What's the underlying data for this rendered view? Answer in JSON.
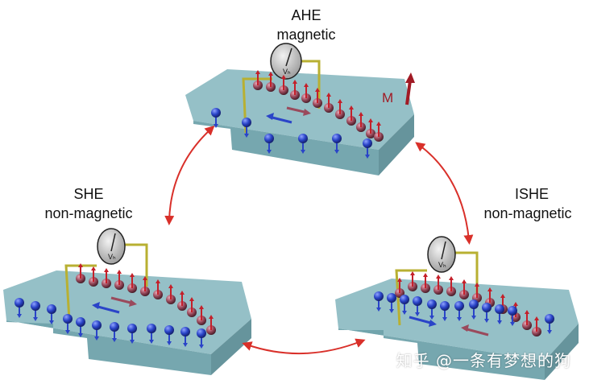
{
  "panels": {
    "ahe": {
      "title": "AHE",
      "subtitle": "magnetic",
      "magnetization_label": "M",
      "meter_label": "Vₕ"
    },
    "she": {
      "title": "SHE",
      "subtitle": "non-magnetic",
      "meter_label": "Vₕ"
    },
    "ishe": {
      "title": "ISHE",
      "subtitle": "non-magnetic",
      "meter_label": "Vₕ"
    }
  },
  "watermark": "知乎 @一条有梦想的狗",
  "colors": {
    "slab_top": "#8fbdc4",
    "slab_side": "#6fa2ab",
    "wire": "#b8b032",
    "arrow_red": "#d9302a",
    "spin_blue": "#2a44c8",
    "spin_red": "#9a4a5c",
    "spin_arrow_red": "#c4202a"
  }
}
